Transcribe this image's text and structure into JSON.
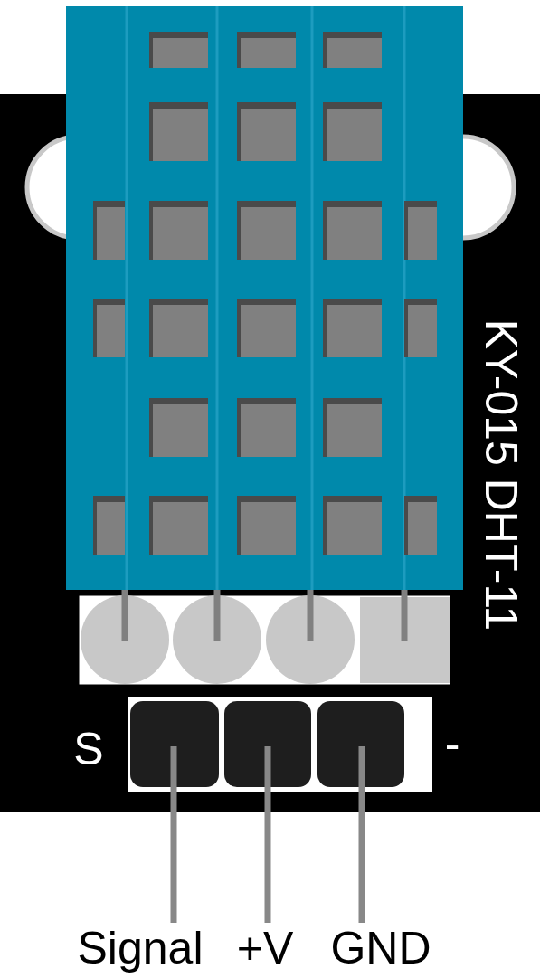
{
  "diagram": {
    "labels": [
      "KY-015 DHT-11",
      "S",
      "-",
      "Signal",
      "+V",
      "GND"
    ]
  }
}
